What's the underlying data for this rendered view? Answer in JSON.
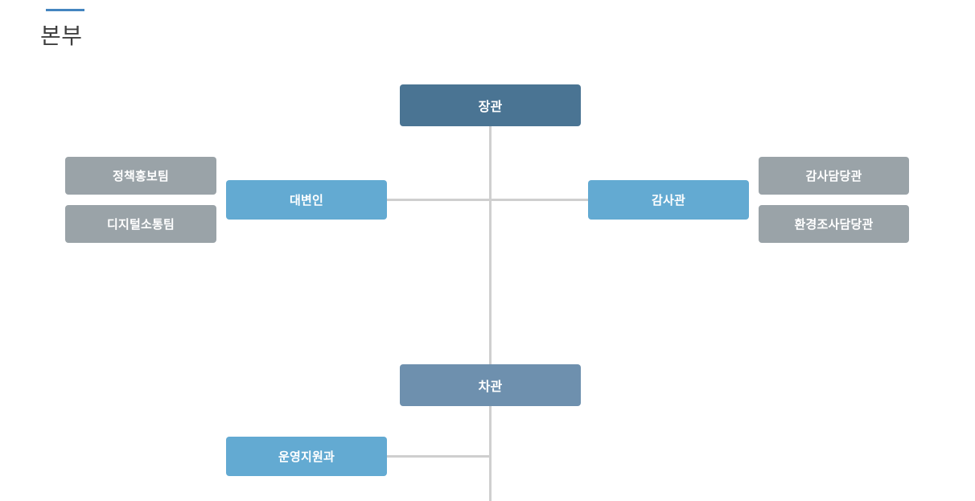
{
  "header": {
    "title": "본부",
    "accent_color": "#4485c0"
  },
  "colors": {
    "minister": "#4a7493",
    "vice_minister": "#6e90ae",
    "staff": "#63aad2",
    "sub_unit": "#9aa3a8",
    "connector": "#cfcfcf",
    "title_text": "#3f3f3f",
    "background": "#ffffff"
  },
  "chart": {
    "type": "org-chart",
    "nodes": {
      "minister": {
        "label": "장관",
        "level": "top"
      },
      "vice_minister": {
        "label": "차관",
        "level": "second"
      },
      "spokesperson": {
        "label": "대변인",
        "level": "staff"
      },
      "auditor": {
        "label": "감사관",
        "level": "staff"
      },
      "operations_support": {
        "label": "운영지원과",
        "level": "staff"
      },
      "policy_pr_team": {
        "label": "정책홍보팀",
        "level": "sub"
      },
      "digital_comm_team": {
        "label": "디지털소통팀",
        "level": "sub"
      },
      "audit_officer": {
        "label": "감사담당관",
        "level": "sub"
      },
      "env_investigation_officer": {
        "label": "환경조사담당관",
        "level": "sub"
      }
    },
    "relations": [
      {
        "from": "minister",
        "to": "vice_minister"
      },
      {
        "from": "minister",
        "to": "spokesperson"
      },
      {
        "from": "minister",
        "to": "auditor"
      },
      {
        "from": "spokesperson",
        "to": "policy_pr_team"
      },
      {
        "from": "spokesperson",
        "to": "digital_comm_team"
      },
      {
        "from": "auditor",
        "to": "audit_officer"
      },
      {
        "from": "auditor",
        "to": "env_investigation_officer"
      },
      {
        "from": "vice_minister",
        "to": "operations_support"
      }
    ]
  }
}
